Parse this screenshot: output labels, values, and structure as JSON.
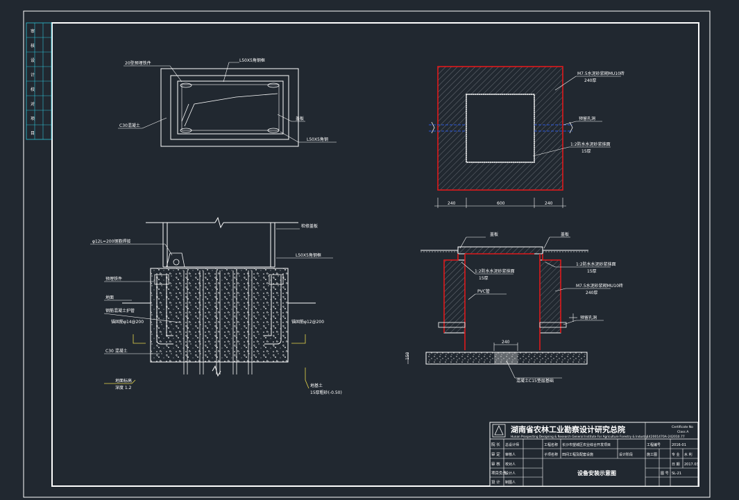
{
  "colors": {
    "background": "#212830",
    "line": "#ffffff",
    "accent_red": "#e0191b",
    "dim_cyan": "#2fc3d8",
    "leader_yellow": "#e8d84a",
    "pipe_blue": "#2a56d8"
  },
  "plan_view": {
    "label_left_top": "20型预埋铁件",
    "label_top": "L50X5角钢框",
    "label_left": "C30混凝土",
    "label_right": "盖板",
    "label_bottom_right": "L50X5角钢"
  },
  "section_view": {
    "label_top_left": "φ12L=200钢筋焊接",
    "label_top_right": "检修盖板",
    "label_right_mid": "L50X5角钢框",
    "label_left_1": "预埋铁件",
    "label_left_2": "地面",
    "label_left_3": "钢筋混凝土护管",
    "label_left_4": "C30 混凝土",
    "label_left_5": "地面标高",
    "label_left_6": "深度 1.2",
    "label_anchor_left": "锚固筋φ14@200",
    "label_anchor_right": "锚固筋φ12@200",
    "label_bottom_right_1": "地基土",
    "label_bottom_right_2": "15厚粗砂(-0.50)"
  },
  "well_plan": {
    "label_wall": "M7.5水泥砂浆砌MU10砖",
    "label_wall_2": "240厚",
    "label_pipe": "预留孔洞",
    "label_plaster": "1:2防水水泥砂浆抹面",
    "label_plaster_2": "15厚",
    "dimensions": [
      "240",
      "600",
      "240"
    ]
  },
  "well_section": {
    "label_left_cover": "盖板",
    "label_right_cover": "盖板",
    "label_plaster": "1:2防水水泥砂浆抹面",
    "label_plaster_thk": "15厚",
    "label_pipe": "PVC管",
    "label_plaster_r": "1:2防水水泥砂浆抹面",
    "label_plaster_r_thk": "15厚",
    "label_wall_r": "M7.5水泥砂浆砌MU10砖",
    "label_wall_r_thk": "240厚",
    "label_pipe_r": "预留孔洞",
    "label_base": "混凝土C15垫层基础",
    "dim_bottom": "240",
    "dim_side": "150"
  },
  "left_strip": {
    "cells": [
      "审",
      "核",
      "设",
      "计",
      "校",
      "对",
      "项",
      "目"
    ]
  },
  "title_block": {
    "company_cn": "湖南省农林工业勘察设计研究总院",
    "company_en": "Hunan Prospecting Designing & Research General Institute For Agriculture Forestry & Industry",
    "cert_label": "Certificate No",
    "cert_class": "Class A",
    "cert_no": "142001470A-242010.77",
    "row1": [
      "院 长",
      "总设计师",
      "工程名称",
      "长沙市望城区农业综合开发项目",
      "工程编号",
      "2016-01"
    ],
    "row2": [
      "审 定",
      "审核人",
      "子项名称",
      "田间工程及配套设施",
      "设计阶段",
      "施工图",
      "专 业",
      "水 利"
    ],
    "row3": [
      "审 核",
      "校对人",
      "",
      "",
      "",
      "",
      "日 期",
      "2017.03"
    ],
    "row4": [
      "项目负责",
      "设计人",
      "",
      "",
      "",
      "",
      "图 号",
      "SL-21"
    ],
    "row5": [
      "设 计",
      "制图人"
    ],
    "drawing_title": "设备安装示意图"
  }
}
